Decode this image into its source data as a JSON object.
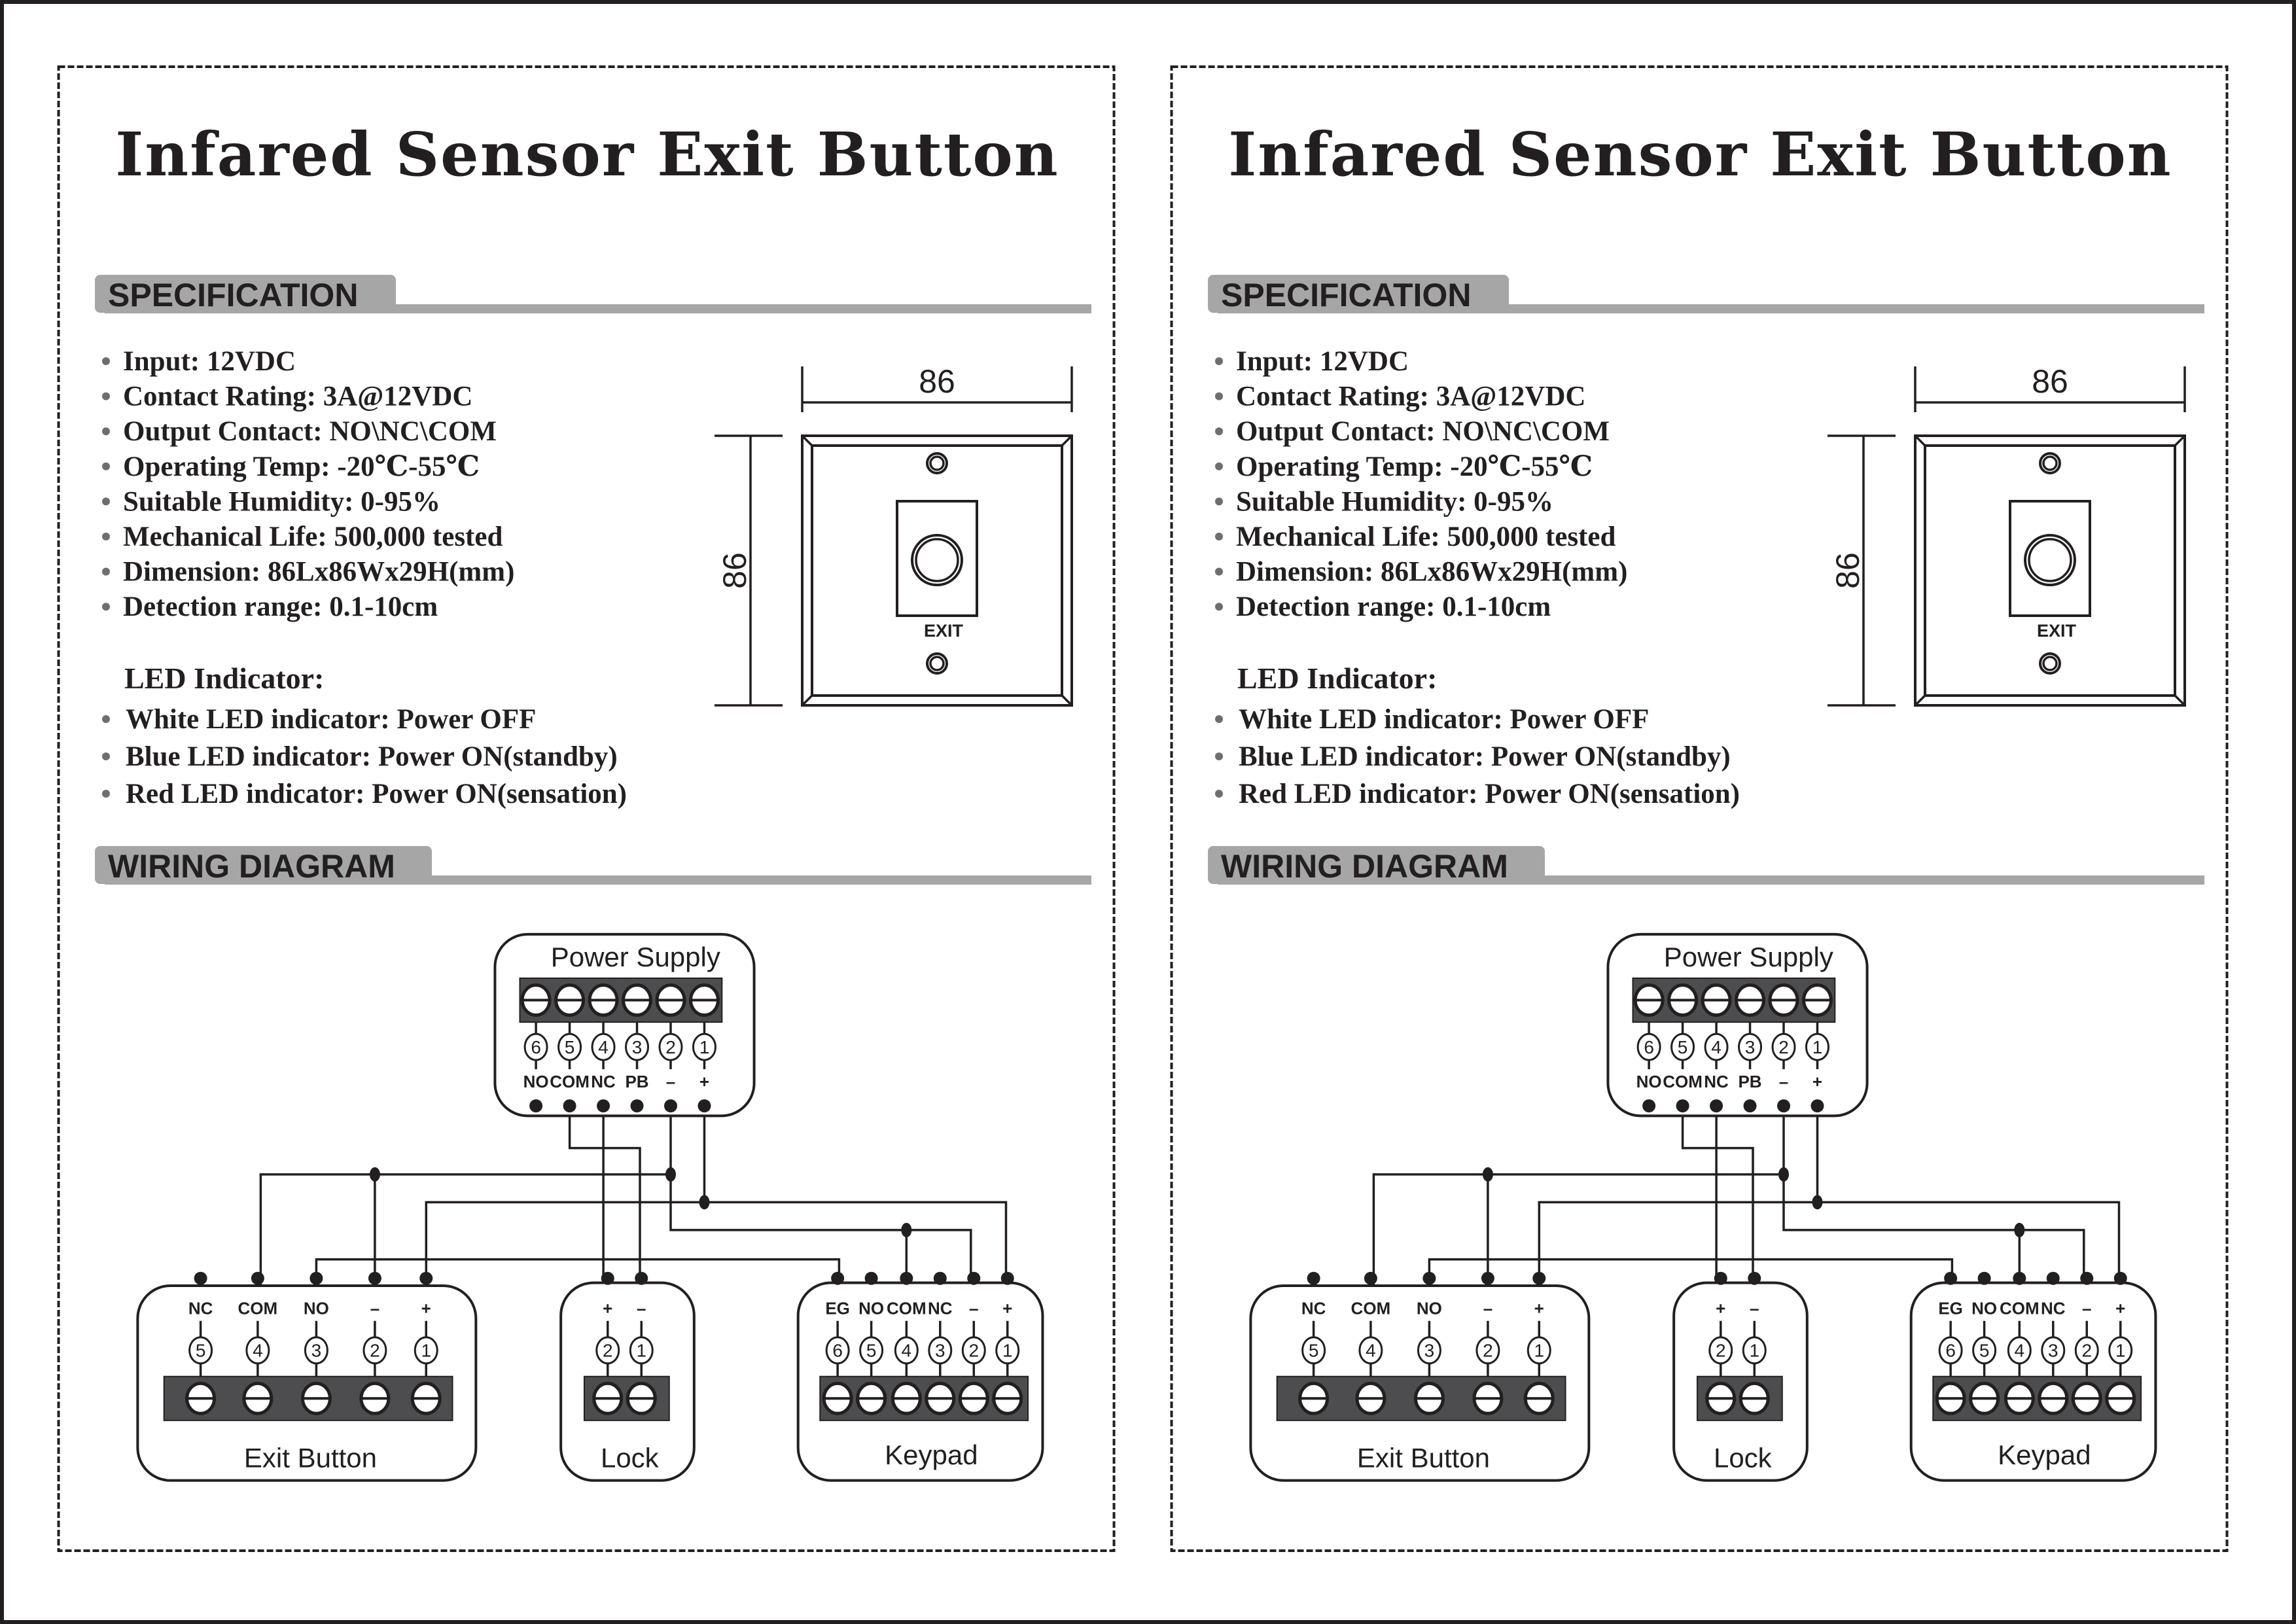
{
  "document": {
    "panels_count": 2,
    "title": "Infared Sensor Exit Button",
    "specification": {
      "heading": "SPECIFICATION",
      "items": [
        "Input: 12VDC",
        "Contact Rating: 3A@12VDC",
        "Output Contact: NO\\NC\\COM",
        "Operating Temp: -20℃-55℃",
        "Suitable Humidity: 0-95%",
        "Mechanical Life: 500,000 tested",
        "Dimension: 86Lx86Wx29H(mm)",
        "Detection range: 0.1-10cm"
      ],
      "led_heading": "LED Indicator:",
      "led_items": [
        "White LED indicator: Power OFF",
        "Blue LED indicator: Power ON(standby)",
        "Red LED indicator: Power ON(sensation)"
      ]
    },
    "faceplate": {
      "width_label": "86",
      "height_label": "86",
      "button_label": "EXIT"
    },
    "wiring": {
      "heading": "WIRING DIAGRAM",
      "power_supply": {
        "label": "Power Supply",
        "terminals": [
          {
            "num": "6",
            "label": "NO"
          },
          {
            "num": "5",
            "label": "COM"
          },
          {
            "num": "4",
            "label": "NC"
          },
          {
            "num": "3",
            "label": "PB"
          },
          {
            "num": "2",
            "label": "–"
          },
          {
            "num": "1",
            "label": "+"
          }
        ]
      },
      "exit_button": {
        "label": "Exit Button",
        "terminals": [
          {
            "num": "5",
            "label": "NC"
          },
          {
            "num": "4",
            "label": "COM"
          },
          {
            "num": "3",
            "label": "NO"
          },
          {
            "num": "2",
            "label": "–"
          },
          {
            "num": "1",
            "label": "+"
          }
        ]
      },
      "lock": {
        "label": "Lock",
        "terminals": [
          {
            "num": "2",
            "label": "+"
          },
          {
            "num": "1",
            "label": "–"
          }
        ]
      },
      "keypad": {
        "label": "Keypad",
        "terminals": [
          {
            "num": "6",
            "label": "EG"
          },
          {
            "num": "5",
            "label": "NO"
          },
          {
            "num": "4",
            "label": "COM"
          },
          {
            "num": "3",
            "label": "NC"
          },
          {
            "num": "2",
            "label": "–"
          },
          {
            "num": "1",
            "label": "+"
          }
        ]
      }
    }
  }
}
